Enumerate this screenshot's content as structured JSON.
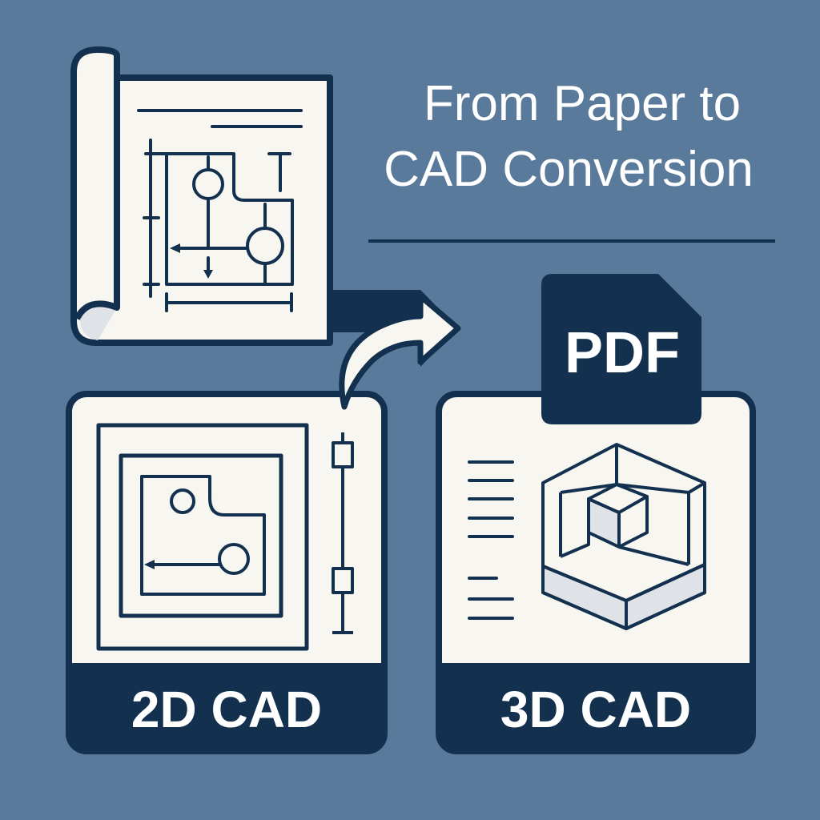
{
  "title": {
    "line1": "From Paper to",
    "line2": "CAD Conversion"
  },
  "cards": {
    "left_label": "2D CAD",
    "right_label": "3D CAD"
  },
  "pdf_tab": {
    "label": "PDF"
  },
  "colors": {
    "background": "#5a7a9b",
    "navy": "#13304e",
    "paper": "#f7f6f1",
    "shade": "#dfe3e8"
  },
  "icons": [
    "paper-drawing-icon",
    "arrow-icon",
    "curved-arrow-icon",
    "pdf-file-icon",
    "cube-3d-icon"
  ]
}
